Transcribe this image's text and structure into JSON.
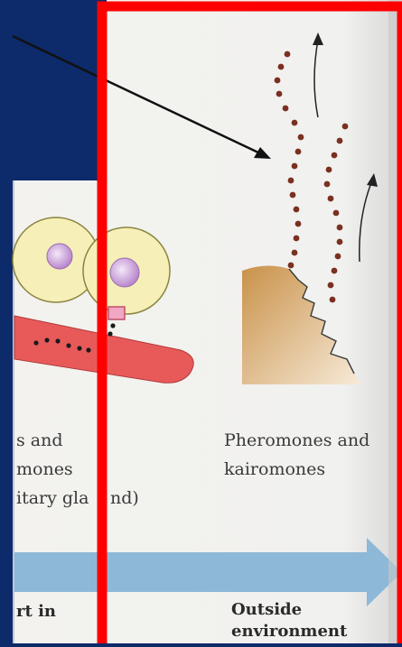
{
  "left_panel": {
    "line1": "s and",
    "line2": "mones",
    "line3": "itary gla",
    "line3_tail": "nd)",
    "bottom_label": "rt in"
  },
  "right_panel": {
    "line1": "Pheromones and",
    "line2": "kairomones",
    "bottom_line1": "Outside",
    "bottom_line2": "environment"
  },
  "colors": {
    "frame_blue": "#0d2a6a",
    "highlight_red": "#ff0000",
    "arrow_blue": "#8db8d8",
    "cell_yellow": "#f6efb8",
    "nucleus_purple": "#c9a0d8",
    "vessel_red": "#e85a5a",
    "dot_brown": "#7a3020",
    "tissue_tan": "#d9b07a"
  }
}
